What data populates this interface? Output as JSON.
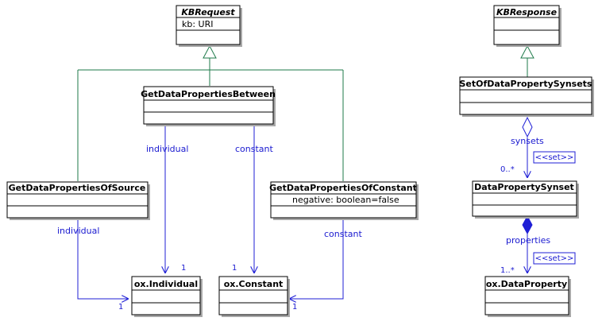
{
  "classes": {
    "kbrequest": {
      "name": "KBRequest",
      "attr": "kb: URI"
    },
    "kbresponse": {
      "name": "KBResponse"
    },
    "between": {
      "name": "GetDataPropertiesBetween"
    },
    "source": {
      "name": "GetDataPropertiesOfSource"
    },
    "constant_cls": {
      "name": "GetDataPropertiesOfConstant",
      "attr": "negative: boolean=false"
    },
    "individual": {
      "name": "ox.Individual"
    },
    "constant": {
      "name": "ox.Constant"
    },
    "setof": {
      "name": "SetOfDataPropertySynsets"
    },
    "synset": {
      "name": "DataPropertySynset"
    },
    "dataprop": {
      "name": "ox.DataProperty"
    }
  },
  "labels": {
    "between_individual": "individual",
    "between_constant": "constant",
    "source_individual": "individual",
    "constant_constant": "constant",
    "synsets": "synsets",
    "properties": "properties",
    "set1": "<<set>>",
    "set2": "<<set>>"
  },
  "multiplicities": {
    "ind_top": "1",
    "ind_left": "1",
    "const_top": "1",
    "const_right": "1",
    "synset": "0..*",
    "dataprop": "1..*"
  },
  "colors": {
    "association": "#1f1fd6",
    "generalization": "#1e7a4a"
  }
}
